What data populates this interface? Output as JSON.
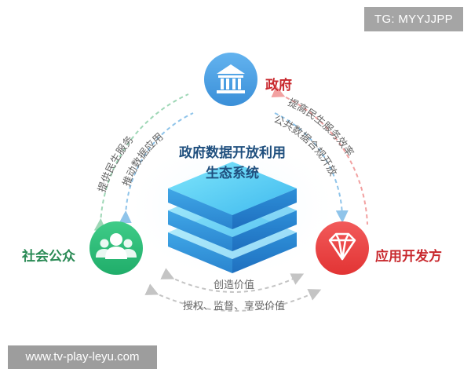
{
  "watermarks": {
    "tg": "TG: MYYJJPP",
    "url": "www.tv-play-leyu.com"
  },
  "center": {
    "title_line1": "政府数据开放利用",
    "title_line2": "生态系统"
  },
  "nodes": {
    "government": {
      "label": "政府",
      "icon": "bank-building-icon",
      "color": "#4a9fe0"
    },
    "developers": {
      "label": "应用开发方",
      "icon": "diamond-gem-icon",
      "color": "#ee3e3e"
    },
    "public": {
      "label": "社会公众",
      "icon": "people-group-icon",
      "color": "#2cbc78"
    }
  },
  "edges": {
    "left_outer": "提供民生服务",
    "left_inner": "推动数据应用",
    "right_outer": "提高民生服务效率",
    "right_inner": "公共数据合规开放",
    "bottom_inner": "创造价值",
    "bottom_outer": "授权、监督、享受价值"
  },
  "colors": {
    "blue_arrow": "#8fc4ea",
    "red_arrow": "#f2a1a1",
    "green_arrow": "#9ed7b6",
    "gray_arrow": "#c4c4c4",
    "label_red": "#c8282d",
    "label_green": "#2a8a55",
    "label_gray": "#666666"
  }
}
